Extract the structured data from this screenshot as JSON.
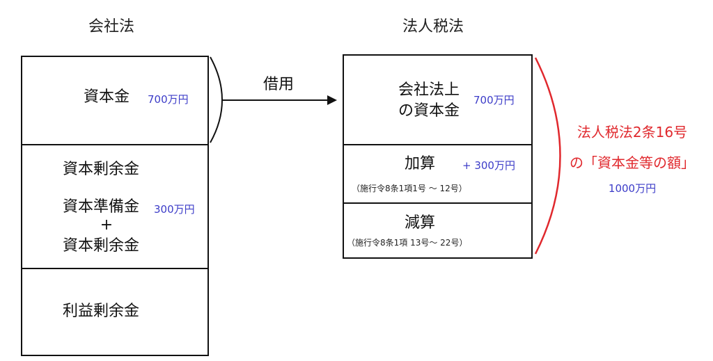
{
  "company_law": {
    "title": "会社法",
    "capital": {
      "label": "資本金",
      "amount": "700万円"
    },
    "capital_surplus": {
      "label": "資本剰余金",
      "reserve_label": "資本準備金",
      "reserve_amount": "300万円",
      "plus": "+",
      "other_label": "資本剰余金"
    },
    "retained_earnings": {
      "label": "利益剰余金"
    }
  },
  "arrow": {
    "label": "借用"
  },
  "corporate_tax_law": {
    "title": "法人税法",
    "capital": {
      "label_line1": "会社法上",
      "label_line2": "の資本金",
      "amount": "700万円"
    },
    "addition": {
      "label": "加算",
      "amount": "+ 300万円",
      "note": "（施行令8条1項1号 ～ 12号）"
    },
    "subtraction": {
      "label": "減算",
      "note": "（施行令8条1項 13号～  22号）"
    }
  },
  "summary": {
    "line1": "法人税法2条16号",
    "line2": "の「資本金等の額」",
    "amount": "1000万円"
  },
  "colors": {
    "amount": "#3c3cc8",
    "bracket": "#e0282d",
    "line": "#111111"
  }
}
